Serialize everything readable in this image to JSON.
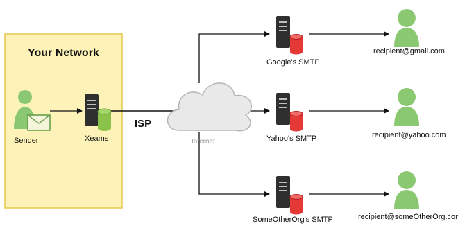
{
  "network": {
    "title": "Your Network",
    "fill": "#fdf3b8",
    "border": "#e6c84a"
  },
  "nodes": {
    "sender": {
      "label": "Sender"
    },
    "xeams": {
      "label": "Xeams"
    },
    "isp": {
      "label": "ISP"
    },
    "internet": {
      "label": "Internet"
    },
    "google_smtp": {
      "label": "Google's SMTP"
    },
    "yahoo_smtp": {
      "label": "Yahoo's SMTP"
    },
    "other_smtp": {
      "label": "SomeOtherOrg's SMTP"
    },
    "gmail_recipient": {
      "label": "recipient@gmail.com"
    },
    "yahoo_recipient": {
      "label": "recipient@yahoo.com"
    },
    "other_recipient": {
      "label": "recipient@someOtherOrg.com"
    }
  },
  "colors": {
    "person": "#8bc872",
    "person_dark": "#5c9a43",
    "server": "#2f2f2f",
    "xeams_db": "#8bc34a",
    "smtp_db": "#e53935",
    "cloud": "#e9e9e9",
    "cloud_stroke": "#b5b5b5",
    "edge": "#111111"
  },
  "icons": {
    "sender": "person-with-envelope-icon",
    "xeams": "server-with-database-icon",
    "smtp": "server-with-database-icon",
    "recipient": "person-icon",
    "internet": "cloud-icon"
  }
}
